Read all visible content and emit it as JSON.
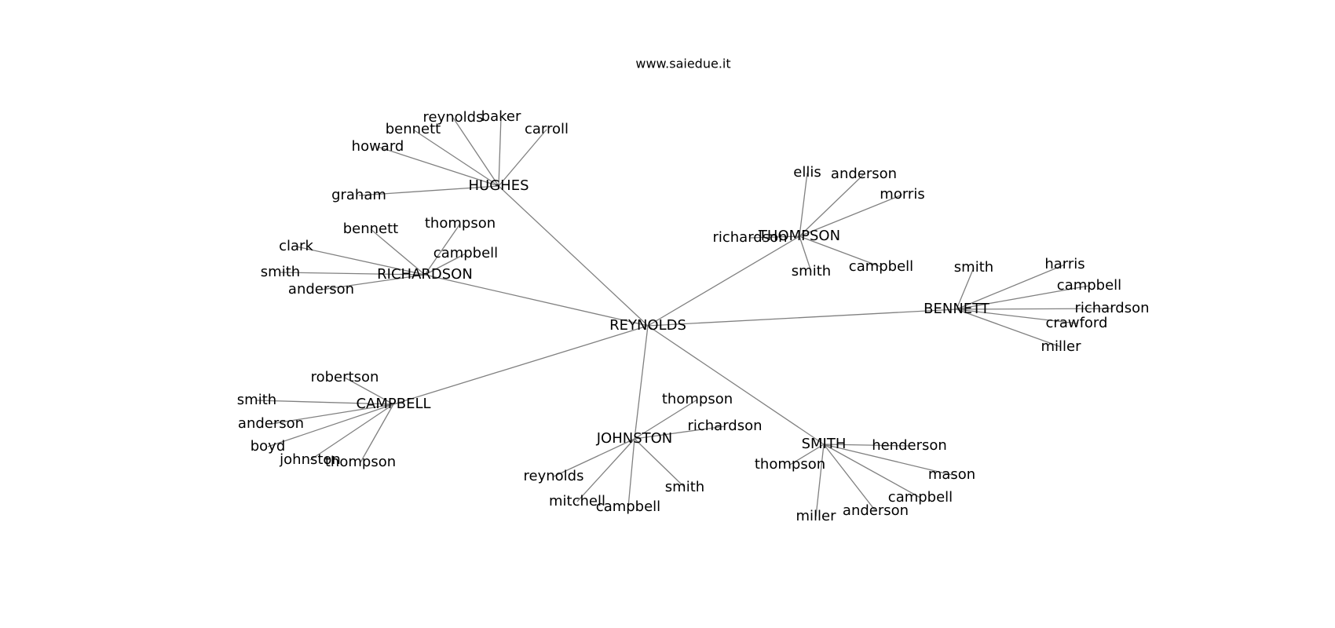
{
  "header": {
    "site": "www.saiedue.it"
  },
  "colors": {
    "edge": "#808080",
    "text": "#000000",
    "background": "#ffffff"
  },
  "graph": {
    "nodes": [
      {
        "id": "reynolds_c",
        "label": "REYNOLDS"
      },
      {
        "id": "hughes",
        "label": "HUGHES"
      },
      {
        "id": "richardson_c",
        "label": "RICHARDSON"
      },
      {
        "id": "thompson_c",
        "label": "THOMPSON"
      },
      {
        "id": "bennett_c",
        "label": "BENNETT"
      },
      {
        "id": "campbell_c",
        "label": "CAMPBELL"
      },
      {
        "id": "johnston_c",
        "label": "JOHNSTON"
      },
      {
        "id": "smith_c",
        "label": "SMITH"
      },
      {
        "id": "h_reynolds",
        "label": "reynolds"
      },
      {
        "id": "h_baker",
        "label": "baker"
      },
      {
        "id": "h_carroll",
        "label": "carroll"
      },
      {
        "id": "h_bennett",
        "label": "bennett"
      },
      {
        "id": "h_howard",
        "label": "howard"
      },
      {
        "id": "h_graham",
        "label": "graham"
      },
      {
        "id": "r_bennett",
        "label": "bennett"
      },
      {
        "id": "r_thompson",
        "label": "thompson"
      },
      {
        "id": "r_clark",
        "label": "clark"
      },
      {
        "id": "r_campbell",
        "label": "campbell"
      },
      {
        "id": "r_smith",
        "label": "smith"
      },
      {
        "id": "r_anderson",
        "label": "anderson"
      },
      {
        "id": "t_ellis",
        "label": "ellis"
      },
      {
        "id": "t_anderson",
        "label": "anderson"
      },
      {
        "id": "t_morris",
        "label": "morris"
      },
      {
        "id": "t_richardson",
        "label": "richardson"
      },
      {
        "id": "t_smith",
        "label": "smith"
      },
      {
        "id": "t_campbell",
        "label": "campbell"
      },
      {
        "id": "b_smith",
        "label": "smith"
      },
      {
        "id": "b_harris",
        "label": "harris"
      },
      {
        "id": "b_campbell",
        "label": "campbell"
      },
      {
        "id": "b_richardson",
        "label": "richardson"
      },
      {
        "id": "b_crawford",
        "label": "crawford"
      },
      {
        "id": "b_miller",
        "label": "miller"
      },
      {
        "id": "c_robertson",
        "label": "robertson"
      },
      {
        "id": "c_smith",
        "label": "smith"
      },
      {
        "id": "c_anderson",
        "label": "anderson"
      },
      {
        "id": "c_boyd",
        "label": "boyd"
      },
      {
        "id": "c_johnston",
        "label": "johnston"
      },
      {
        "id": "c_thompson",
        "label": "thompson"
      },
      {
        "id": "j_thompson",
        "label": "thompson"
      },
      {
        "id": "j_richardson",
        "label": "richardson"
      },
      {
        "id": "j_reynolds",
        "label": "reynolds"
      },
      {
        "id": "j_mitchell",
        "label": "mitchell"
      },
      {
        "id": "j_campbell",
        "label": "campbell"
      },
      {
        "id": "j_smith",
        "label": "smith"
      },
      {
        "id": "s_henderson",
        "label": "henderson"
      },
      {
        "id": "s_thompson",
        "label": "thompson"
      },
      {
        "id": "s_mason",
        "label": "mason"
      },
      {
        "id": "s_campbell",
        "label": "campbell"
      },
      {
        "id": "s_anderson",
        "label": "anderson"
      },
      {
        "id": "s_miller",
        "label": "miller"
      }
    ],
    "edges": [
      [
        "reynolds_c",
        "hughes"
      ],
      [
        "reynolds_c",
        "richardson_c"
      ],
      [
        "reynolds_c",
        "thompson_c"
      ],
      [
        "reynolds_c",
        "bennett_c"
      ],
      [
        "reynolds_c",
        "campbell_c"
      ],
      [
        "reynolds_c",
        "johnston_c"
      ],
      [
        "reynolds_c",
        "smith_c"
      ],
      [
        "hughes",
        "h_reynolds"
      ],
      [
        "hughes",
        "h_baker"
      ],
      [
        "hughes",
        "h_carroll"
      ],
      [
        "hughes",
        "h_bennett"
      ],
      [
        "hughes",
        "h_howard"
      ],
      [
        "hughes",
        "h_graham"
      ],
      [
        "richardson_c",
        "r_bennett"
      ],
      [
        "richardson_c",
        "r_thompson"
      ],
      [
        "richardson_c",
        "r_clark"
      ],
      [
        "richardson_c",
        "r_campbell"
      ],
      [
        "richardson_c",
        "r_smith"
      ],
      [
        "richardson_c",
        "r_anderson"
      ],
      [
        "thompson_c",
        "t_ellis"
      ],
      [
        "thompson_c",
        "t_anderson"
      ],
      [
        "thompson_c",
        "t_morris"
      ],
      [
        "thompson_c",
        "t_richardson"
      ],
      [
        "thompson_c",
        "t_smith"
      ],
      [
        "thompson_c",
        "t_campbell"
      ],
      [
        "bennett_c",
        "b_smith"
      ],
      [
        "bennett_c",
        "b_harris"
      ],
      [
        "bennett_c",
        "b_campbell"
      ],
      [
        "bennett_c",
        "b_richardson"
      ],
      [
        "bennett_c",
        "b_crawford"
      ],
      [
        "bennett_c",
        "b_miller"
      ],
      [
        "campbell_c",
        "c_robertson"
      ],
      [
        "campbell_c",
        "c_smith"
      ],
      [
        "campbell_c",
        "c_anderson"
      ],
      [
        "campbell_c",
        "c_boyd"
      ],
      [
        "campbell_c",
        "c_johnston"
      ],
      [
        "campbell_c",
        "c_thompson"
      ],
      [
        "johnston_c",
        "j_thompson"
      ],
      [
        "johnston_c",
        "j_richardson"
      ],
      [
        "johnston_c",
        "j_reynolds"
      ],
      [
        "johnston_c",
        "j_mitchell"
      ],
      [
        "johnston_c",
        "j_campbell"
      ],
      [
        "johnston_c",
        "j_smith"
      ],
      [
        "smith_c",
        "s_henderson"
      ],
      [
        "smith_c",
        "s_thompson"
      ],
      [
        "smith_c",
        "s_mason"
      ],
      [
        "smith_c",
        "s_campbell"
      ],
      [
        "smith_c",
        "s_anderson"
      ],
      [
        "smith_c",
        "s_miller"
      ]
    ]
  }
}
